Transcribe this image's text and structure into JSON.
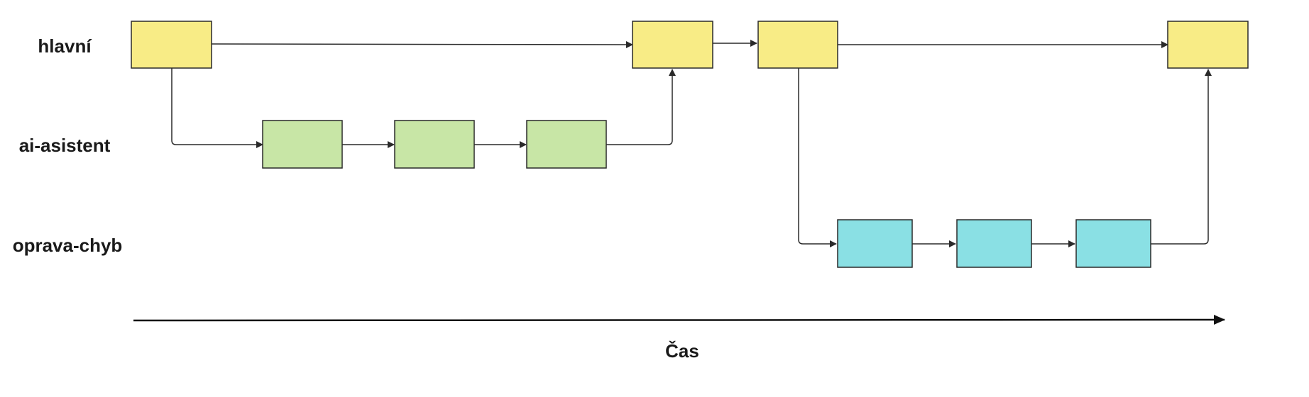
{
  "lanes": [
    {
      "id": "main",
      "label": "hlavní",
      "color": "#F8EC86"
    },
    {
      "id": "ai",
      "label": "ai-asistent",
      "color": "#C8E6A6"
    },
    {
      "id": "fix",
      "label": "oprava-chyb",
      "color": "#8AE0E4"
    }
  ],
  "axis": {
    "label": "Čas"
  },
  "colors": {
    "stroke": "#2a2a2a",
    "axis": "#111111"
  }
}
